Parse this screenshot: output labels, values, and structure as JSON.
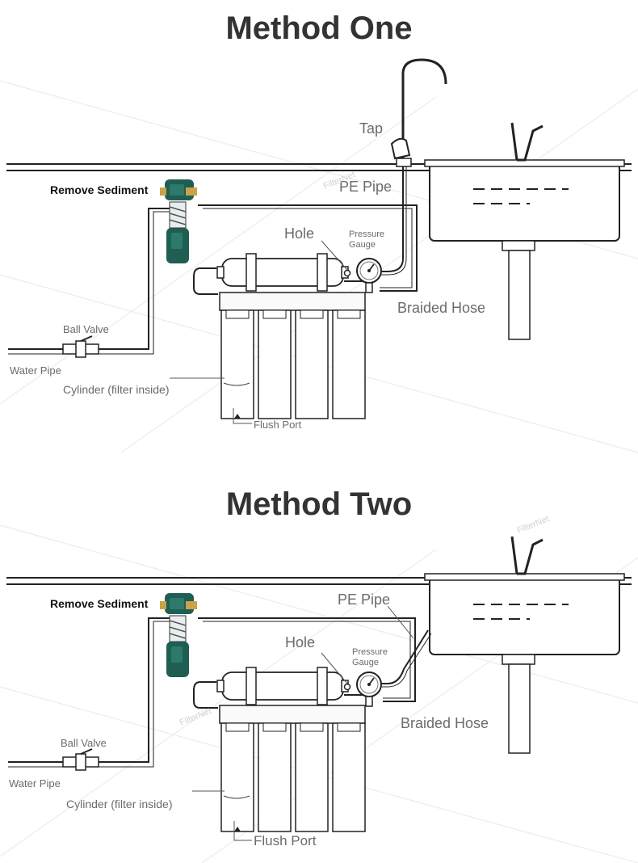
{
  "method_one": {
    "title": "Method One",
    "labels": {
      "tap": "Tap",
      "pe_pipe": "PE Pipe",
      "remove_sediment": "Remove Sediment",
      "hole": "Hole",
      "pressure": "Pressure",
      "gauge": "Gauge",
      "braided_hose": "Braided Hose",
      "ball_valve": "Ball Valve",
      "water_pipe": "Water Pipe",
      "cylinder": "Cylinder (filter inside)",
      "flush_port": "Flush Port"
    }
  },
  "method_two": {
    "title": "Method Two",
    "labels": {
      "pe_pipe": "PE Pipe",
      "remove_sediment": "Remove Sediment",
      "hole": "Hole",
      "pressure": "Pressure",
      "gauge": "Gauge",
      "braided_hose": "Braided Hose",
      "ball_valve": "Ball Valve",
      "water_pipe": "Water Pipe",
      "cylinder": "Cylinder (filter inside)",
      "flush_port": "Flush Port"
    }
  },
  "watermark": "FilterNet",
  "colors": {
    "line": "#222222",
    "prefilter": "#1f5e52",
    "brass": "#c9a24a",
    "label": "#6b6b6b"
  }
}
